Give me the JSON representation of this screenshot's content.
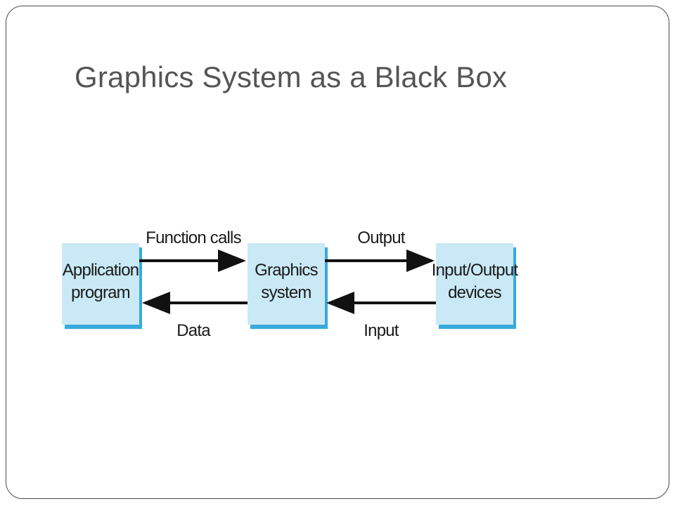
{
  "slide": {
    "title": "Graphics System as a Black Box"
  },
  "diagram": {
    "nodes": {
      "application": {
        "line1": "Application",
        "line2": "program"
      },
      "graphics": {
        "line1": "Graphics",
        "line2": "system"
      },
      "io": {
        "line1": "Input/Output",
        "line2": "devices"
      }
    },
    "edges": {
      "function_calls": "Function calls",
      "data": "Data",
      "output": "Output",
      "input": "Input"
    },
    "colors": {
      "box_fill": "#c9e9f6",
      "box_shadow": "#39a9dc",
      "arrow": "#111111"
    }
  }
}
